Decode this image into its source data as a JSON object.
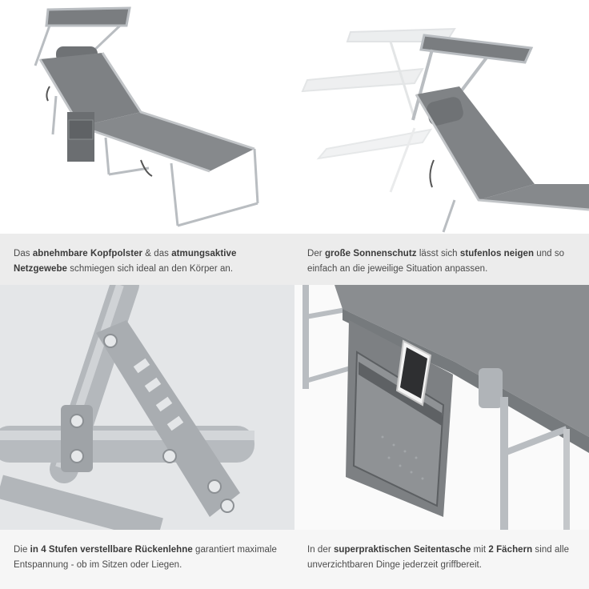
{
  "captions": {
    "c1": {
      "t1": "Das ",
      "b1": "abnehmbare Kopfpolster",
      "t2": " & das ",
      "b2": "atmungsaktive Netzgewebe",
      "t3": " schmiegen sich ideal an den Körper an."
    },
    "c2": {
      "t1": "Der ",
      "b1": "große Sonnenschutz",
      "t2": " lässt sich ",
      "b2": "stufenlos neigen",
      "t3": " und so einfach an die jeweilige Situation anpassen."
    },
    "c3": {
      "t1": "Die ",
      "b1": "in 4 Stufen verstellbare Rückenlehne",
      "t2": " garantiert maximale Entspannung - ob im Sitzen oder Liegen."
    },
    "c4": {
      "t1": "In der ",
      "b1": "superpraktischen Seitentasche",
      "t2": " mit ",
      "b2": "2 Fächern",
      "t3": " sind alle unverzichtbaren Dinge jederzeit griffbereit."
    }
  },
  "colors": {
    "fabric": "#7a7d80",
    "frame": "#b9bdc1",
    "band": "#ececec",
    "text": "#4a4a4a"
  }
}
